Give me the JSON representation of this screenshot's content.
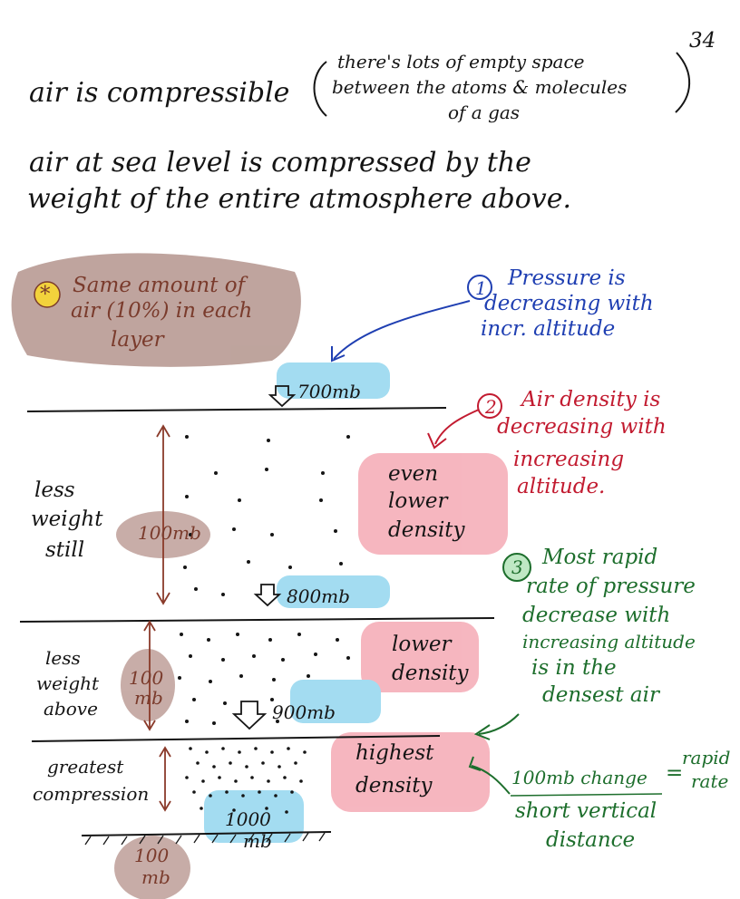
{
  "page_number": "34",
  "intro": {
    "line1": "air is compressible",
    "paren_line1": "there's lots of empty space",
    "paren_line2": "between the atoms & molecules",
    "paren_line3": "of a gas",
    "line2": "air at sea level is compressed by the",
    "line3": "weight of the entire atmosphere above."
  },
  "star_note": {
    "symbol": "*",
    "line1": "Same amount of",
    "line2": "air (10%) in each",
    "line3": "layer"
  },
  "note1": {
    "number": "1",
    "line1": "Pressure is",
    "line2": "decreasing with",
    "line3": "incr. altitude"
  },
  "note2": {
    "number": "2",
    "line1": "Air density is",
    "line2": "decreasing with",
    "line3": "increasing",
    "line4": "altitude."
  },
  "note3": {
    "number": "3",
    "line1": "Most rapid",
    "line2": "rate of pressure",
    "line3": "decrease with",
    "line4": "increasing altitude",
    "line5": "is in the",
    "line6": "densest air"
  },
  "levels": {
    "l700": "700mb",
    "l800": "800mb",
    "l900": "900mb",
    "l1000a": "1000",
    "l1000b": "mb"
  },
  "layer_top": {
    "side1": "less",
    "side2": "weight",
    "side3": "still",
    "thickness": "100mb",
    "density1": "even",
    "density2": "lower",
    "density3": "density"
  },
  "layer_mid": {
    "side1": "less",
    "side2": "weight",
    "side3": "above",
    "thick1": "100",
    "thick2": "mb",
    "density1": "lower",
    "density2": "density"
  },
  "layer_bot": {
    "side1": "greatest",
    "side2": "compression",
    "density1": "highest",
    "density2": "density"
  },
  "bottom_note": {
    "part1": "100mb change",
    "eq": "=",
    "rate1": "rapid",
    "rate2": "rate",
    "line2": "short vertical",
    "line3": "distance"
  },
  "below_ground": {
    "line1": "100",
    "line2": "mb"
  }
}
